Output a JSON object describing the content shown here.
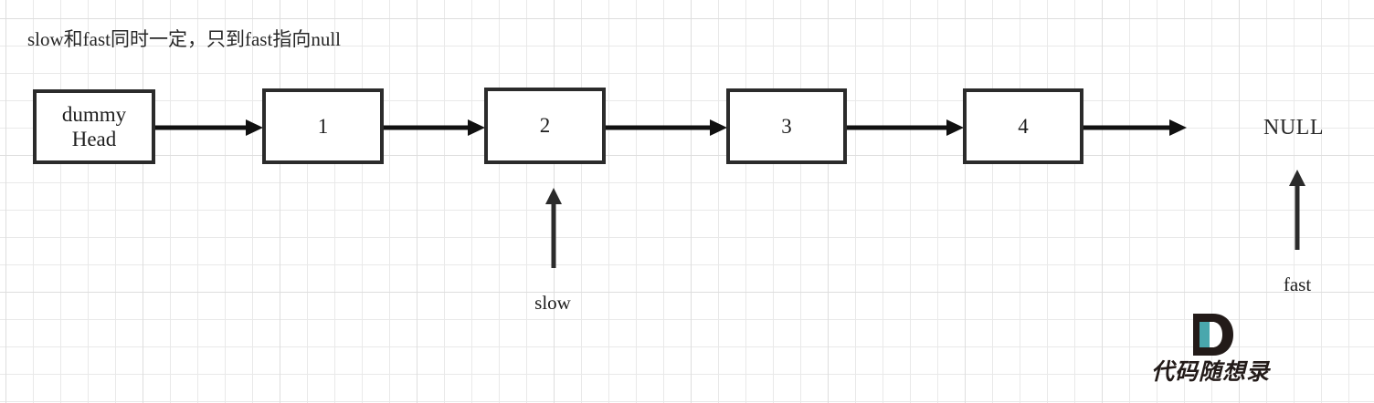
{
  "caption": {
    "text": "slow和fast同时一定，只到fast指向null"
  },
  "diagram": {
    "type": "linked-list",
    "nodes": [
      {
        "id": "dummy",
        "line1": "dummy",
        "line2": "Head"
      },
      {
        "id": "n1",
        "line1": "1",
        "line2": ""
      },
      {
        "id": "n2",
        "line1": "2",
        "line2": ""
      },
      {
        "id": "n3",
        "line1": "3",
        "line2": ""
      },
      {
        "id": "n4",
        "line1": "4",
        "line2": ""
      }
    ],
    "terminator": "NULL",
    "pointers": [
      {
        "name": "slow",
        "label": "slow",
        "target": "n2"
      },
      {
        "name": "fast",
        "label": "fast",
        "target": "NULL"
      }
    ]
  },
  "colors": {
    "stroke": "#2b2b2b",
    "grid": "#e9e9e9",
    "background": "#ffffff",
    "logo_dark": "#231b19",
    "logo_teal": "#49a7ad"
  },
  "watermark": {
    "mark_letter": "D",
    "text": "代码随想录"
  }
}
